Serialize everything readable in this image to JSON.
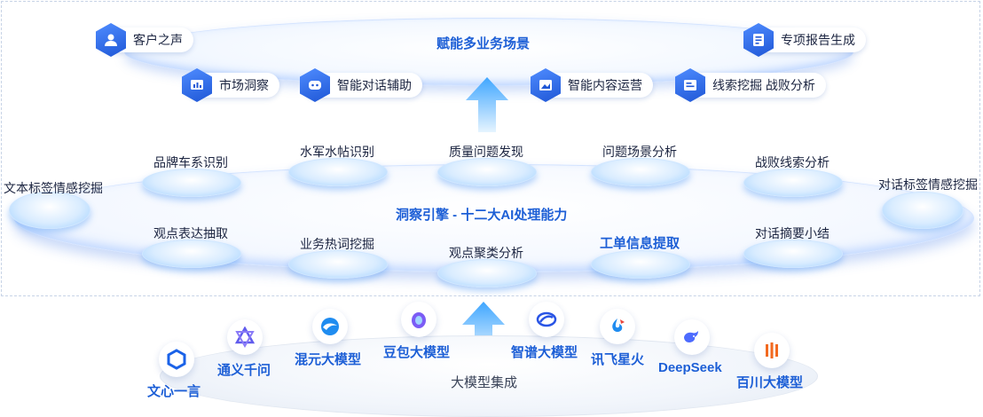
{
  "top": {
    "title": "赋能多业务场景",
    "items": [
      {
        "label": "客户之声",
        "icon": "user-voice-icon"
      },
      {
        "label": "专项报告生成",
        "icon": "report-icon"
      },
      {
        "label": "市场洞察",
        "icon": "market-insight-icon"
      },
      {
        "label": "智能对话辅助",
        "icon": "chat-assist-icon"
      },
      {
        "label": "智能内容运营",
        "icon": "content-ops-icon"
      },
      {
        "label": "线索挖掘  战败分析",
        "icon": "lead-mining-icon"
      }
    ]
  },
  "middle": {
    "title": "洞察引擎 - 十二大AI处理能力",
    "row1": [
      "品牌车系识别",
      "水军水帖识别",
      "质量问题发现",
      "问题场景分析",
      "战败线索分析"
    ],
    "row2": [
      "观点表达抽取",
      "业务热词挖掘",
      "观点聚类分析",
      "工单信息提取",
      "对话摘要小结"
    ],
    "left": "文本标签情感挖掘",
    "right": "对话标签情感挖掘"
  },
  "bottom": {
    "title": "大模型集成",
    "models": [
      {
        "label": "文心一言",
        "icon": "wenxin-icon",
        "color": "#1a62e8"
      },
      {
        "label": "通义千问",
        "icon": "tongyi-icon",
        "color": "#615ced"
      },
      {
        "label": "混元大模型",
        "icon": "hunyuan-icon",
        "color": "#1f8cf0"
      },
      {
        "label": "豆包大模型",
        "icon": "doubao-icon",
        "color": "#7b5cf5"
      },
      {
        "label": "智谱大模型",
        "icon": "zhipu-icon",
        "color": "#2a55e5"
      },
      {
        "label": "讯飞星火",
        "icon": "xunfei-icon",
        "color": "#e8453c"
      },
      {
        "label": "DeepSeek",
        "icon": "deepseek-icon",
        "color": "#4d6bfe"
      },
      {
        "label": "百川大模型",
        "icon": "baichuan-icon",
        "color": "#f2691f"
      }
    ]
  }
}
